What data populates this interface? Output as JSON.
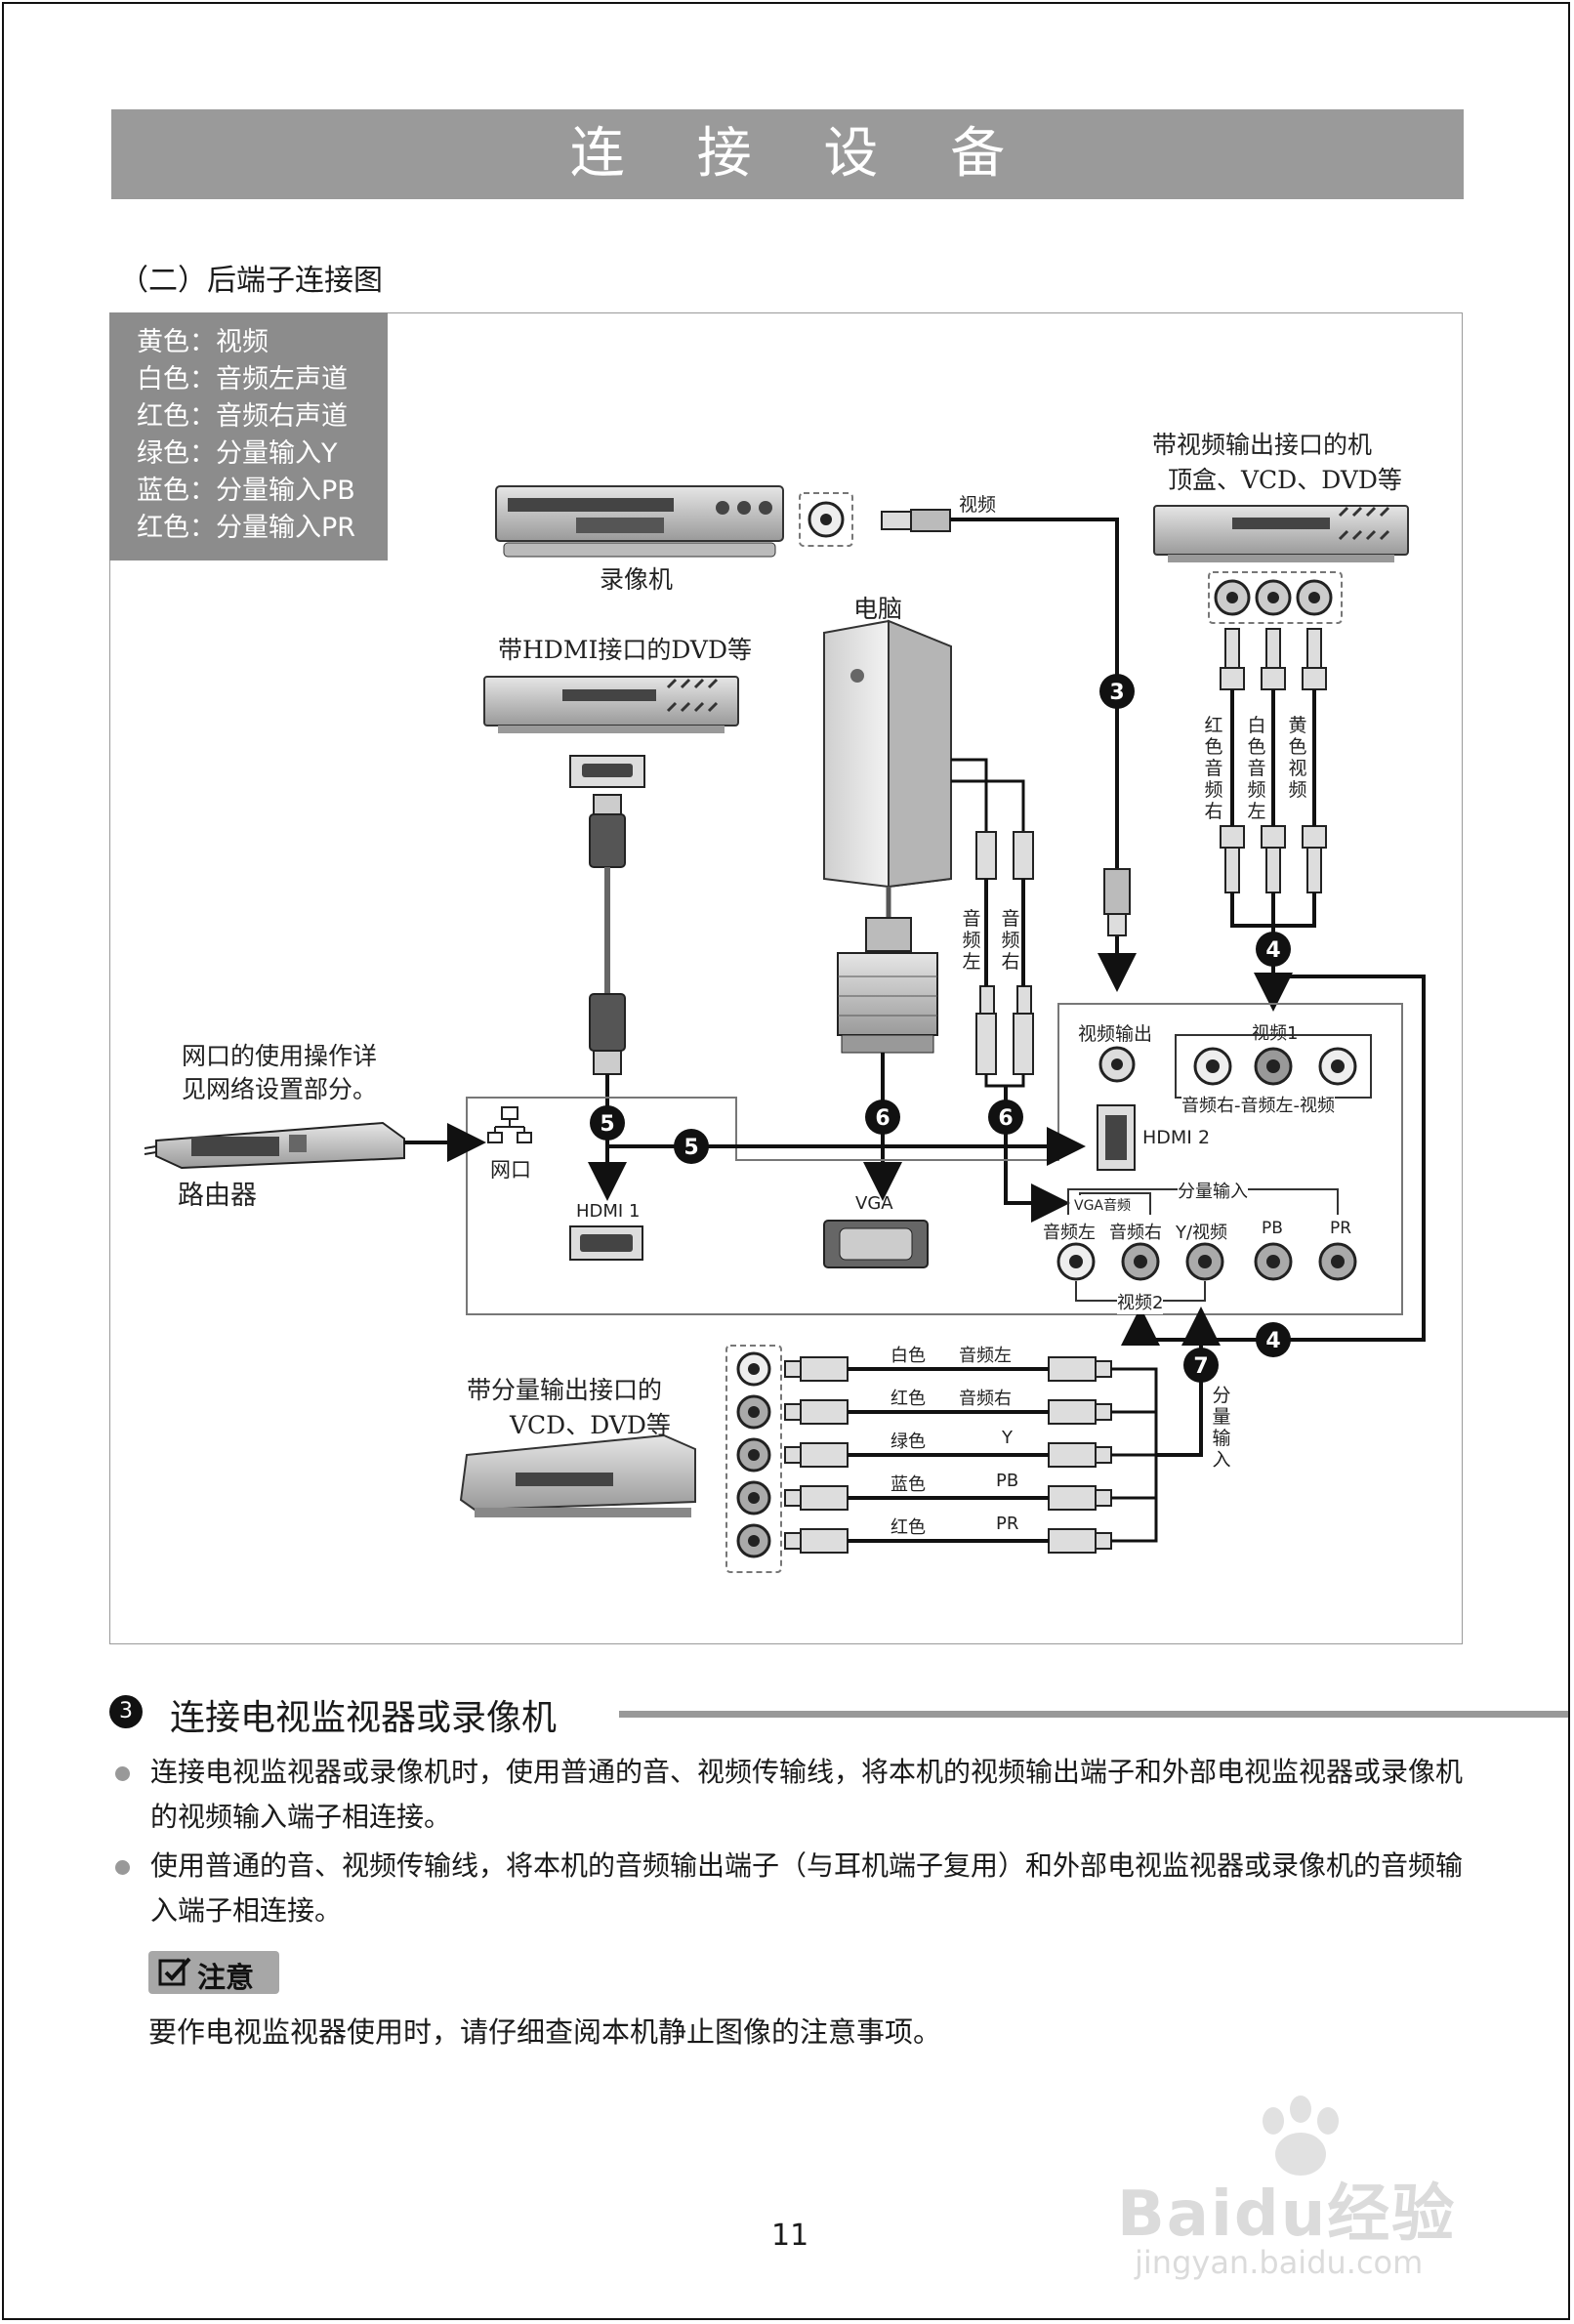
{
  "header": {
    "title": "连 接 设 备"
  },
  "subtitle": "（二）后端子连接图",
  "legend": [
    "黄色：视频",
    "白色：音频左声道",
    "红色：音频右声道",
    "绿色：分量输入Y",
    "蓝色：分量输入PB",
    "红色：分量输入PR"
  ],
  "devices": {
    "vcr": "录像机",
    "settop": [
      "带视频输出接口的机",
      "顶盒、VCD、DVD等"
    ],
    "hdmi_dvd": "带HDMI接口的DVD等",
    "pc": "电脑",
    "router_note": [
      "网口的使用操作详",
      "见网络设置部分。"
    ],
    "router": "路由器",
    "component_player": [
      "带分量输出接口的",
      "VCD、DVD等"
    ]
  },
  "ports": {
    "video_out": "视频输出",
    "video1": "视频1",
    "video1_sub": "音频右-音频左-视频",
    "hdmi2": "HDMI 2",
    "network": "网口",
    "hdmi1": "HDMI 1",
    "vga": "VGA",
    "component_in": "分量输入",
    "vga_audio": "VGA音频",
    "component_labels": [
      "音频左",
      "音频右",
      "Y/视频",
      "PB",
      "PR"
    ],
    "video2": "视频2"
  },
  "cables": {
    "video": "视频",
    "settop_left": [
      "红",
      "色",
      "",
      "音",
      "频",
      "右"
    ],
    "settop_mid": [
      "白",
      "色",
      "",
      "音",
      "频",
      "左"
    ],
    "settop_right": [
      "黄",
      "色",
      "",
      "视",
      "频"
    ],
    "pc_left": [
      "音",
      "频",
      "左"
    ],
    "pc_right": [
      "音",
      "频",
      "右"
    ],
    "component_input": [
      "分",
      "量",
      "输",
      "入"
    ],
    "component_rows": [
      {
        "color": "白色",
        "signal": "音频左"
      },
      {
        "color": "红色",
        "signal": "音频右"
      },
      {
        "color": "绿色",
        "signal": "Y"
      },
      {
        "color": "蓝色",
        "signal": "PB"
      },
      {
        "color": "红色",
        "signal": "PR"
      }
    ]
  },
  "markers": [
    "3",
    "4",
    "4",
    "5",
    "5",
    "6",
    "6",
    "7"
  ],
  "section": {
    "number": "3",
    "title": "连接电视监视器或录像机",
    "bullets": [
      "连接电视监视器或录像机时，使用普通的音、视频传输线，将本机的视频输出端子和外部电视监视器或录像机的视频输入端子相连接。",
      "使用普通的音、视频传输线，将本机的音频输出端子（与耳机端子复用）和外部电视监视器或录像机的音频输入端子相连接。"
    ]
  },
  "note": {
    "label": "注意",
    "text": "要作电视监视器使用时，请仔细查阅本机静止图像的注意事项。"
  },
  "page_number": "11",
  "watermark": {
    "line1": "Baidu经验",
    "line2": "jingyan.baidu.com"
  }
}
